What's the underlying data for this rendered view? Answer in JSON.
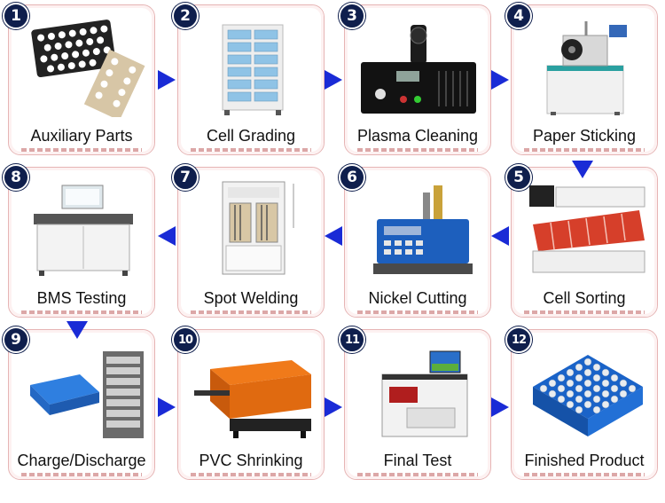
{
  "steps": [
    {
      "num": "1",
      "label": "Auxiliary Parts"
    },
    {
      "num": "2",
      "label": "Cell Grading"
    },
    {
      "num": "3",
      "label": "Plasma Cleaning"
    },
    {
      "num": "4",
      "label": "Paper Sticking"
    },
    {
      "num": "5",
      "label": "Cell Sorting"
    },
    {
      "num": "6",
      "label": "Nickel Cutting"
    },
    {
      "num": "7",
      "label": "Spot Welding"
    },
    {
      "num": "8",
      "label": "BMS Testing"
    },
    {
      "num": "9",
      "label": "Charge/Discharge"
    },
    {
      "num": "10",
      "label": "PVC Shrinking"
    },
    {
      "num": "11",
      "label": "Final Test"
    },
    {
      "num": "12",
      "label": "Finished Product"
    }
  ],
  "colors": {
    "arrow": "#1a2bd6",
    "badge": "#0f1f4d",
    "border": "#e6b4b4"
  }
}
